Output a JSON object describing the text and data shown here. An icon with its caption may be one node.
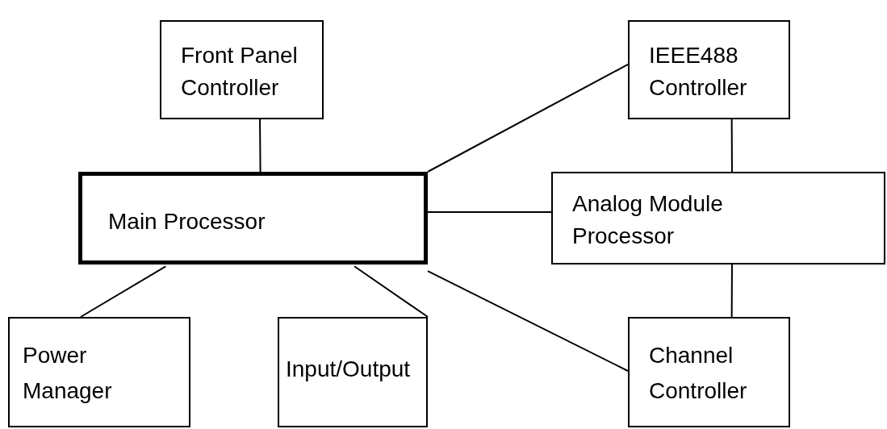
{
  "diagram": {
    "nodes": [
      {
        "text": [
          "Front Panel Controller"
        ]
      },
      {
        "text": [
          "IEEE488 Controller"
        ]
      },
      {
        "text": [
          "Main Processor"
        ]
      },
      {
        "text": [
          "Analog Module Processor"
        ]
      },
      {
        "text": [
          "Power Manager"
        ]
      },
      {
        "text": [
          "Input/Output"
        ]
      },
      {
        "text": [
          "Channel Controller"
        ]
      }
    ],
    "edges": [
      {
        "from": 0,
        "to": 2,
        "arrow": "none"
      },
      {
        "from": 1,
        "to": 2,
        "arrow": "none"
      },
      {
        "from": 1,
        "to": 3,
        "arrow": "none"
      },
      {
        "from": 2,
        "to": 3,
        "arrow": "none"
      },
      {
        "from": 3,
        "to": 6,
        "arrow": "none"
      },
      {
        "from": 2,
        "to": 6,
        "arrow": "none"
      },
      {
        "from": 2,
        "to": 4,
        "arrow": "none"
      },
      {
        "from": 2,
        "to": 5,
        "arrow": "none"
      }
    ]
  }
}
